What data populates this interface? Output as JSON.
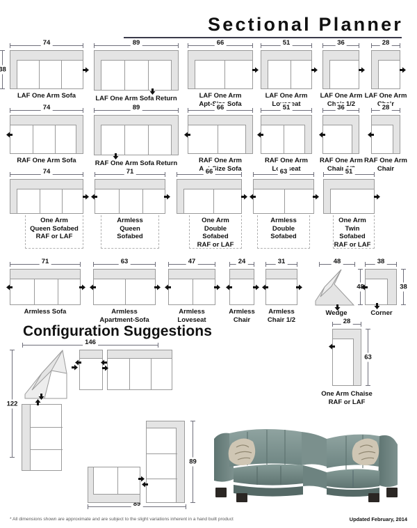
{
  "header": {
    "title": "Sectional Planner"
  },
  "sections": {
    "configuration_heading": "Configuration Suggestions"
  },
  "footer": {
    "note": "* All dimensions shown are approximate and are subject to the slight variations inherent in a hand built product",
    "updated": "Updated February, 2014"
  },
  "colors": {
    "frame_fill": "#e4e4e4",
    "frame_stroke": "#9a9a9a",
    "seat_fill": "#ffffff",
    "dim_line": "#6e6e7a",
    "text": "#111111",
    "sofa_photo": "#7d9490"
  },
  "rows": [
    {
      "name": "laf-row",
      "pieces": [
        {
          "label": "LAF One Arm Sofa",
          "width": "74",
          "height": "38",
          "cushions": 3
        },
        {
          "label": "LAF One Arm Sofa Return",
          "width": "89",
          "cushions": 3
        },
        {
          "label": "LAF One Arm\nApt-Size Sofa",
          "width": "66",
          "cushions": 2
        },
        {
          "label": "LAF One Arm\nLoveseat",
          "width": "51",
          "cushions": 2
        },
        {
          "label": "LAF One Arm\nChair 1/2",
          "width": "36",
          "cushions": 1
        },
        {
          "label": "LAF One Arm\nChair",
          "width": "28",
          "cushions": 1
        }
      ]
    },
    {
      "name": "raf-row",
      "pieces": [
        {
          "label": "RAF One Arm Sofa",
          "width": "74",
          "cushions": 3
        },
        {
          "label": "RAF One Arm Sofa Return",
          "width": "89",
          "cushions": 3
        },
        {
          "label": "RAF One Arm\nApt-Size Sofa",
          "width": "66",
          "cushions": 2
        },
        {
          "label": "RAF One Arm\nLoveseat",
          "width": "51",
          "cushions": 2
        },
        {
          "label": "RAF One Arm\nChair 1/2",
          "width": "36",
          "cushions": 1
        },
        {
          "label": "RAF One Arm\nChair",
          "width": "28",
          "cushions": 1
        }
      ]
    },
    {
      "name": "sofabed-row",
      "pieces": [
        {
          "label": "One Arm\nQueen Sofabed\nRAF or LAF",
          "width": "74",
          "cushions": 3
        },
        {
          "label": "Armless\nQueen\nSofabed",
          "width": "71",
          "cushions": 3
        },
        {
          "label": "One Arm\nDouble\nSofabed\nRAF or LAF",
          "width": "66",
          "cushions": 2
        },
        {
          "label": "Armless\nDouble\nSofabed",
          "width": "63",
          "cushions": 2
        },
        {
          "label": "One Arm\nTwin\nSofabed\nRAF or LAF",
          "width": "51",
          "cushions": 1
        }
      ]
    },
    {
      "name": "armless-row",
      "pieces": [
        {
          "label": "Armless Sofa",
          "width": "71",
          "cushions": 3
        },
        {
          "label": "Armless\nApartment-Sofa",
          "width": "63",
          "cushions": 2
        },
        {
          "label": "Armless\nLoveseat",
          "width": "47",
          "cushions": 2
        },
        {
          "label": "Armless\nChair",
          "width": "24",
          "cushions": 1
        },
        {
          "label": "Armless\nChair 1/2",
          "width": "31",
          "cushions": 1
        },
        {
          "label": "Wedge",
          "width": "48",
          "height": "48"
        },
        {
          "label": "Corner",
          "width": "38",
          "height": "38"
        }
      ]
    }
  ],
  "chaise": {
    "label": "One Arm Chaise\nRAF or LAF",
    "width": "28",
    "height": "63"
  },
  "configurations": [
    {
      "name": "config-large-l",
      "width": "146",
      "height": "122"
    },
    {
      "name": "config-small-l",
      "width": "89",
      "height": "89"
    }
  ]
}
